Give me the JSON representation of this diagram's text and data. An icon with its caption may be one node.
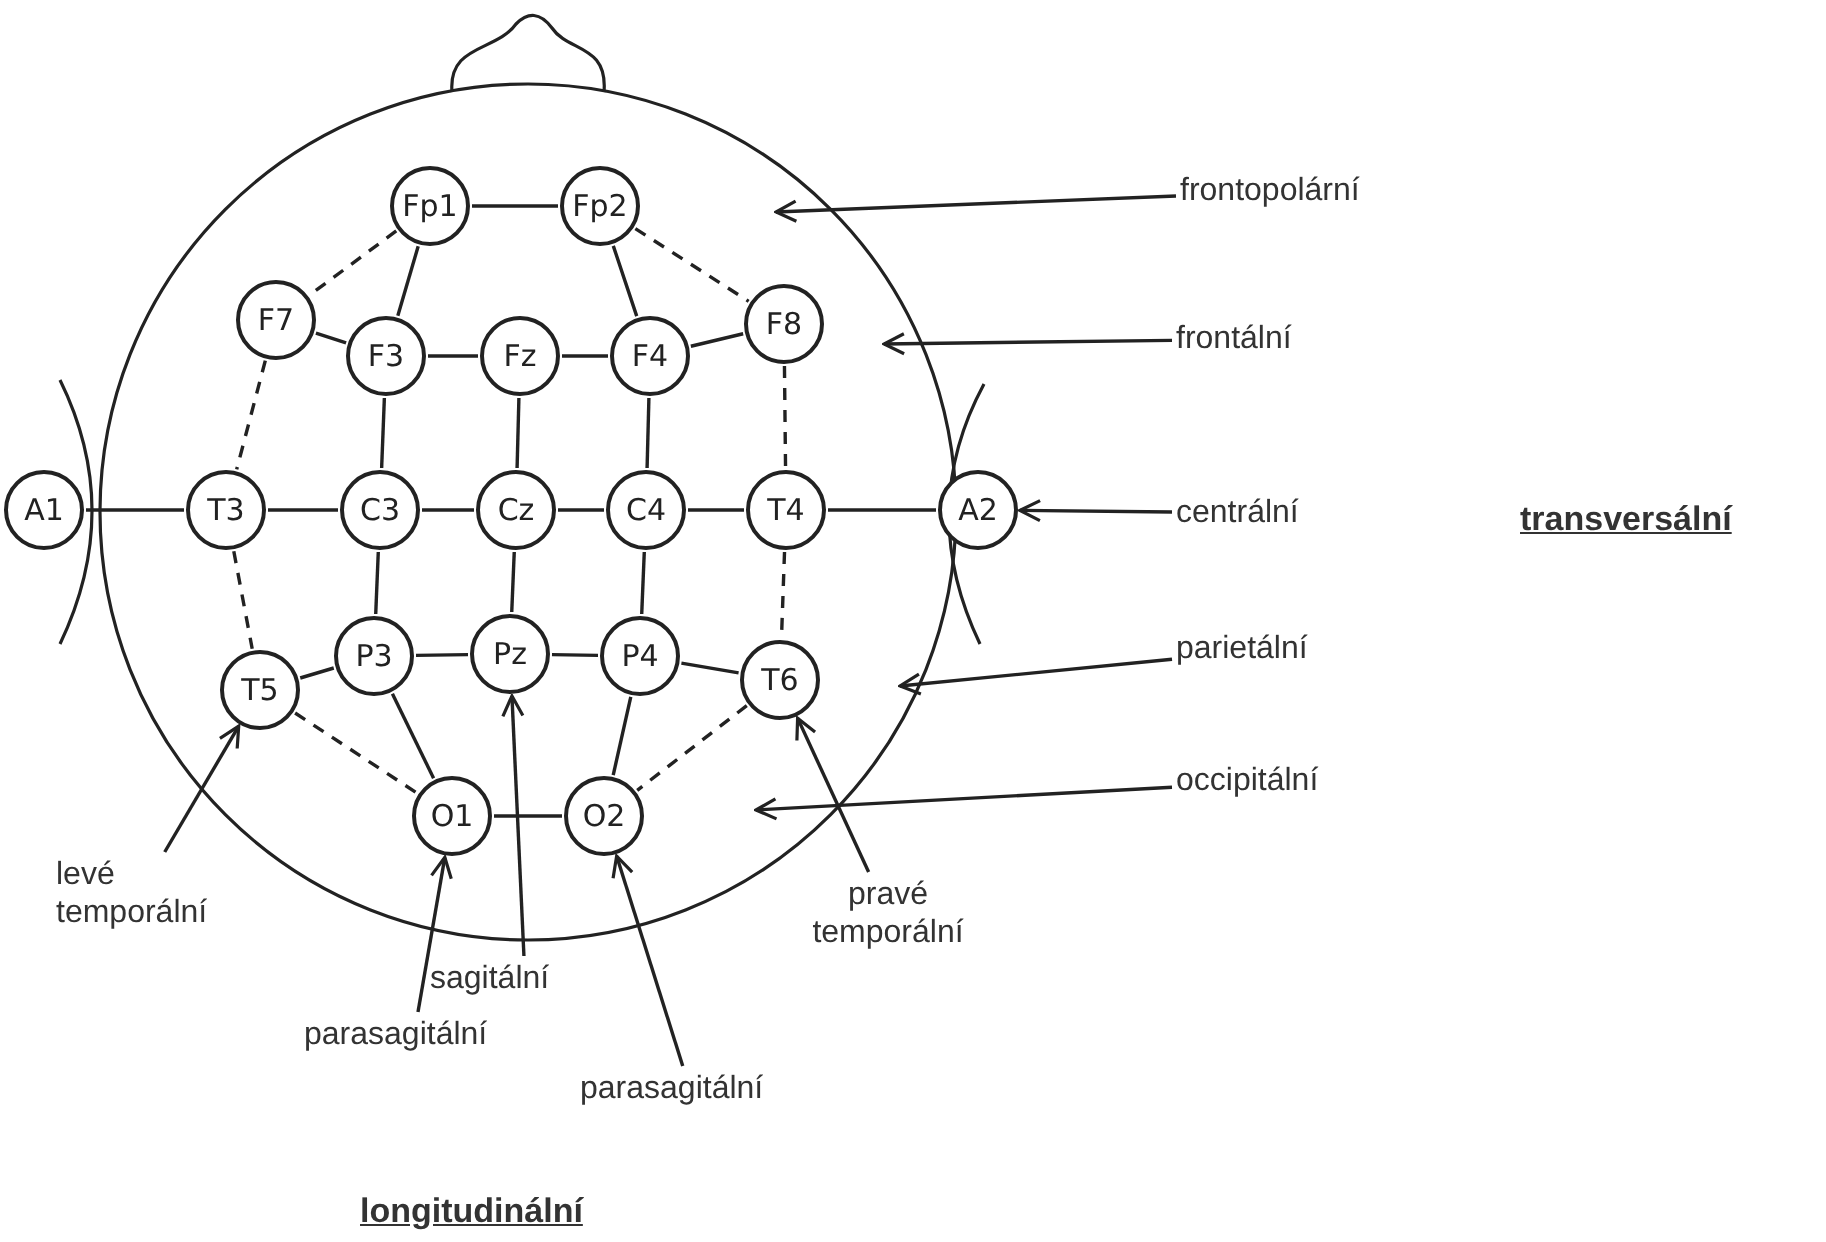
{
  "diagram": {
    "nodes": [
      {
        "text": [
          "Fp1"
        ]
      },
      {
        "text": [
          "Fp2"
        ]
      },
      {
        "text": [
          "F7"
        ]
      },
      {
        "text": [
          "F3"
        ]
      },
      {
        "text": [
          "Fz"
        ]
      },
      {
        "text": [
          "F4"
        ]
      },
      {
        "text": [
          "F8"
        ]
      },
      {
        "text": [
          "A1"
        ]
      },
      {
        "text": [
          "T3"
        ]
      },
      {
        "text": [
          "C3"
        ]
      },
      {
        "text": [
          "Cz"
        ]
      },
      {
        "text": [
          "C4"
        ]
      },
      {
        "text": [
          "T4"
        ]
      },
      {
        "text": [
          "A2"
        ]
      },
      {
        "text": [
          "T5"
        ]
      },
      {
        "text": [
          "P3"
        ]
      },
      {
        "text": [
          "Pz"
        ]
      },
      {
        "text": [
          "P4"
        ]
      },
      {
        "text": [
          "T6"
        ]
      },
      {
        "text": [
          "O1"
        ]
      },
      {
        "text": [
          "O2"
        ]
      },
      {
        "text": [
          "frontopolární"
        ]
      },
      {
        "text": [
          "frontální"
        ]
      },
      {
        "text": [
          "centrální"
        ]
      },
      {
        "text": [
          "parietální"
        ]
      },
      {
        "text": [
          "occipitální"
        ]
      },
      {
        "text": [
          "levé temporální"
        ]
      },
      {
        "text": [
          "pravé temporální"
        ]
      },
      {
        "text": [
          "sagitální"
        ]
      },
      {
        "text": [
          "parasagitální"
        ]
      },
      {
        "text": [
          "parasagitální"
        ]
      }
    ],
    "edges": [
      {
        "from": 0,
        "to": 1,
        "arrow": "none"
      },
      {
        "from": 0,
        "to": 3,
        "arrow": "none"
      },
      {
        "from": 1,
        "to": 5,
        "arrow": "none"
      },
      {
        "from": 2,
        "to": 3,
        "arrow": "none"
      },
      {
        "from": 3,
        "to": 4,
        "arrow": "none"
      },
      {
        "from": 4,
        "to": 5,
        "arrow": "none"
      },
      {
        "from": 5,
        "to": 6,
        "arrow": "none"
      },
      {
        "from": 3,
        "to": 9,
        "arrow": "none"
      },
      {
        "from": 4,
        "to": 10,
        "arrow": "none"
      },
      {
        "from": 5,
        "to": 11,
        "arrow": "none"
      },
      {
        "from": 7,
        "to": 8,
        "arrow": "none"
      },
      {
        "from": 8,
        "to": 9,
        "arrow": "none"
      },
      {
        "from": 9,
        "to": 10,
        "arrow": "none"
      },
      {
        "from": 10,
        "to": 11,
        "arrow": "none"
      },
      {
        "from": 11,
        "to": 12,
        "arrow": "none"
      },
      {
        "from": 12,
        "to": 13,
        "arrow": "none"
      },
      {
        "from": 9,
        "to": 15,
        "arrow": "none"
      },
      {
        "from": 10,
        "to": 16,
        "arrow": "none"
      },
      {
        "from": 11,
        "to": 17,
        "arrow": "none"
      },
      {
        "from": 14,
        "to": 15,
        "arrow": "none"
      },
      {
        "from": 15,
        "to": 16,
        "arrow": "none"
      },
      {
        "from": 16,
        "to": 17,
        "arrow": "none"
      },
      {
        "from": 17,
        "to": 18,
        "arrow": "none"
      },
      {
        "from": 15,
        "to": 19,
        "arrow": "none"
      },
      {
        "from": 17,
        "to": 20,
        "arrow": "none"
      },
      {
        "from": 19,
        "to": 20,
        "arrow": "none"
      },
      {
        "from": 0,
        "to": 2,
        "arrow": "none",
        "style": "dashed"
      },
      {
        "from": 1,
        "to": 6,
        "arrow": "none",
        "style": "dashed"
      },
      {
        "from": 2,
        "to": 8,
        "arrow": "none",
        "style": "dashed"
      },
      {
        "from": 6,
        "to": 12,
        "arrow": "none",
        "style": "dashed"
      },
      {
        "from": 8,
        "to": 14,
        "arrow": "none",
        "style": "dashed"
      },
      {
        "from": 12,
        "to": 18,
        "arrow": "none",
        "style": "dashed"
      },
      {
        "from": 14,
        "to": 19,
        "arrow": "none",
        "style": "dashed"
      },
      {
        "from": 18,
        "to": 20,
        "arrow": "none",
        "style": "dashed"
      },
      {
        "from": 21,
        "to": null,
        "arrow": "to"
      },
      {
        "from": 22,
        "to": null,
        "arrow": "to"
      },
      {
        "from": 23,
        "to": 13,
        "arrow": "to"
      },
      {
        "from": 24,
        "to": null,
        "arrow": "to"
      },
      {
        "from": 25,
        "to": null,
        "arrow": "to"
      },
      {
        "from": 26,
        "to": 14,
        "arrow": "to"
      },
      {
        "from": 27,
        "to": 18,
        "arrow": "to"
      },
      {
        "from": 28,
        "to": 16,
        "arrow": "to"
      },
      {
        "from": 29,
        "to": 19,
        "arrow": "to"
      },
      {
        "from": 30,
        "to": 20,
        "arrow": "to"
      }
    ],
    "labels": [
      "transversální",
      "longitudinální"
    ]
  }
}
